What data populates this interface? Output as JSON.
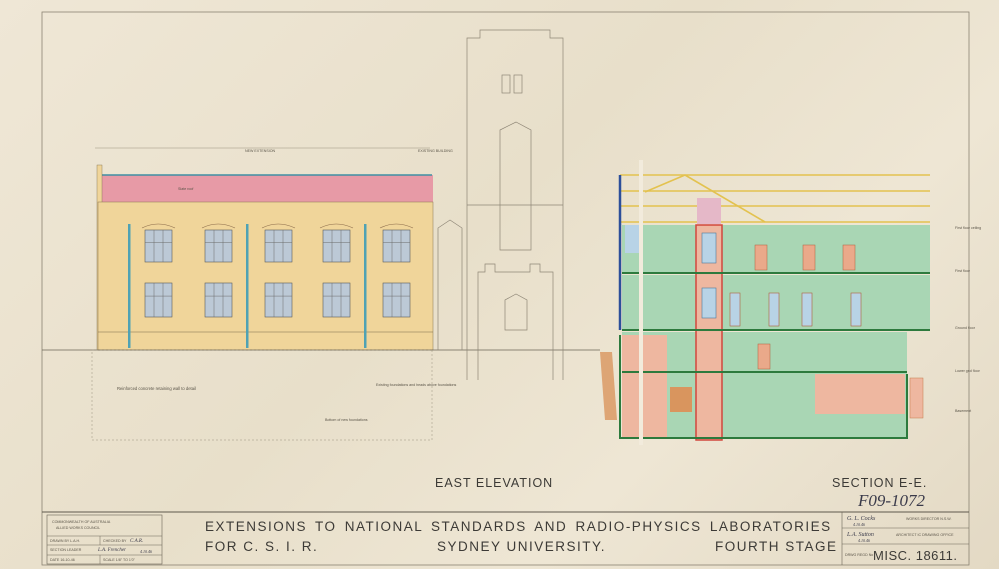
{
  "drawing": {
    "elevation_title": "EAST ELEVATION",
    "section_title": "SECTION E-E.",
    "drawing_ref": "F09-1072",
    "elevation_notes": {
      "new_extension": "NEW EXTENSION",
      "existing_building": "EXISTING BUILDING",
      "slate_roof": "Slate roof",
      "retaining_wall": "Reinforced concrete retaining wall to detail",
      "bottom_foundations": "Bottom of new foundations",
      "existing_foundations": "Existing foundations and heads above foundations"
    },
    "section_levels": [
      "First floor ceiling",
      "First floor",
      "Ground floor",
      "Lower gnd floor",
      "Basement"
    ],
    "colors": {
      "roof": "#e79aa6",
      "wall": "#f0d59a",
      "section_green": "#a9d6b4",
      "section_pink": "#eeb7a0",
      "downpipe": "#4fa2b4",
      "timber": "#e9d27a"
    }
  },
  "title_block": {
    "authority_line1": "COMMONWEALTH OF AUSTRALIA",
    "authority_line2": "ALLIED WORKS COUNCIL",
    "drawn_by": "DRAWN BY  L.A.H.",
    "checked_by": "CHECKED BY",
    "checked_sig": "C.A.R.",
    "section_leader": "SECTION LEADER",
    "section_leader_sig": "L.A. Frencher",
    "section_leader_date": "4.10.46",
    "date": "DATE  16-10-46",
    "scale": "SCALE  1/8\" TO 1'0\"",
    "title_line1": "EXTENSIONS TO  NATIONAL STANDARDS  AND  RADIO-PHYSICS  LABORATORIES",
    "client": "FOR C. S. I. R.",
    "location": "SYDNEY UNIVERSITY.",
    "stage": "FOURTH STAGE",
    "works_director_sig": "G. L. Cocks",
    "works_director_date": "4.10.46",
    "works_director": "WORKS DIRECTOR N.S.W.",
    "architect_sig": "L.A. Sutton",
    "architect_date": "4.10.46",
    "architect": "ARCHITECT IC DRAWING OFFICE",
    "drwg_label": "DRWG REGD No",
    "drawing_number": "MISC. 18611."
  }
}
